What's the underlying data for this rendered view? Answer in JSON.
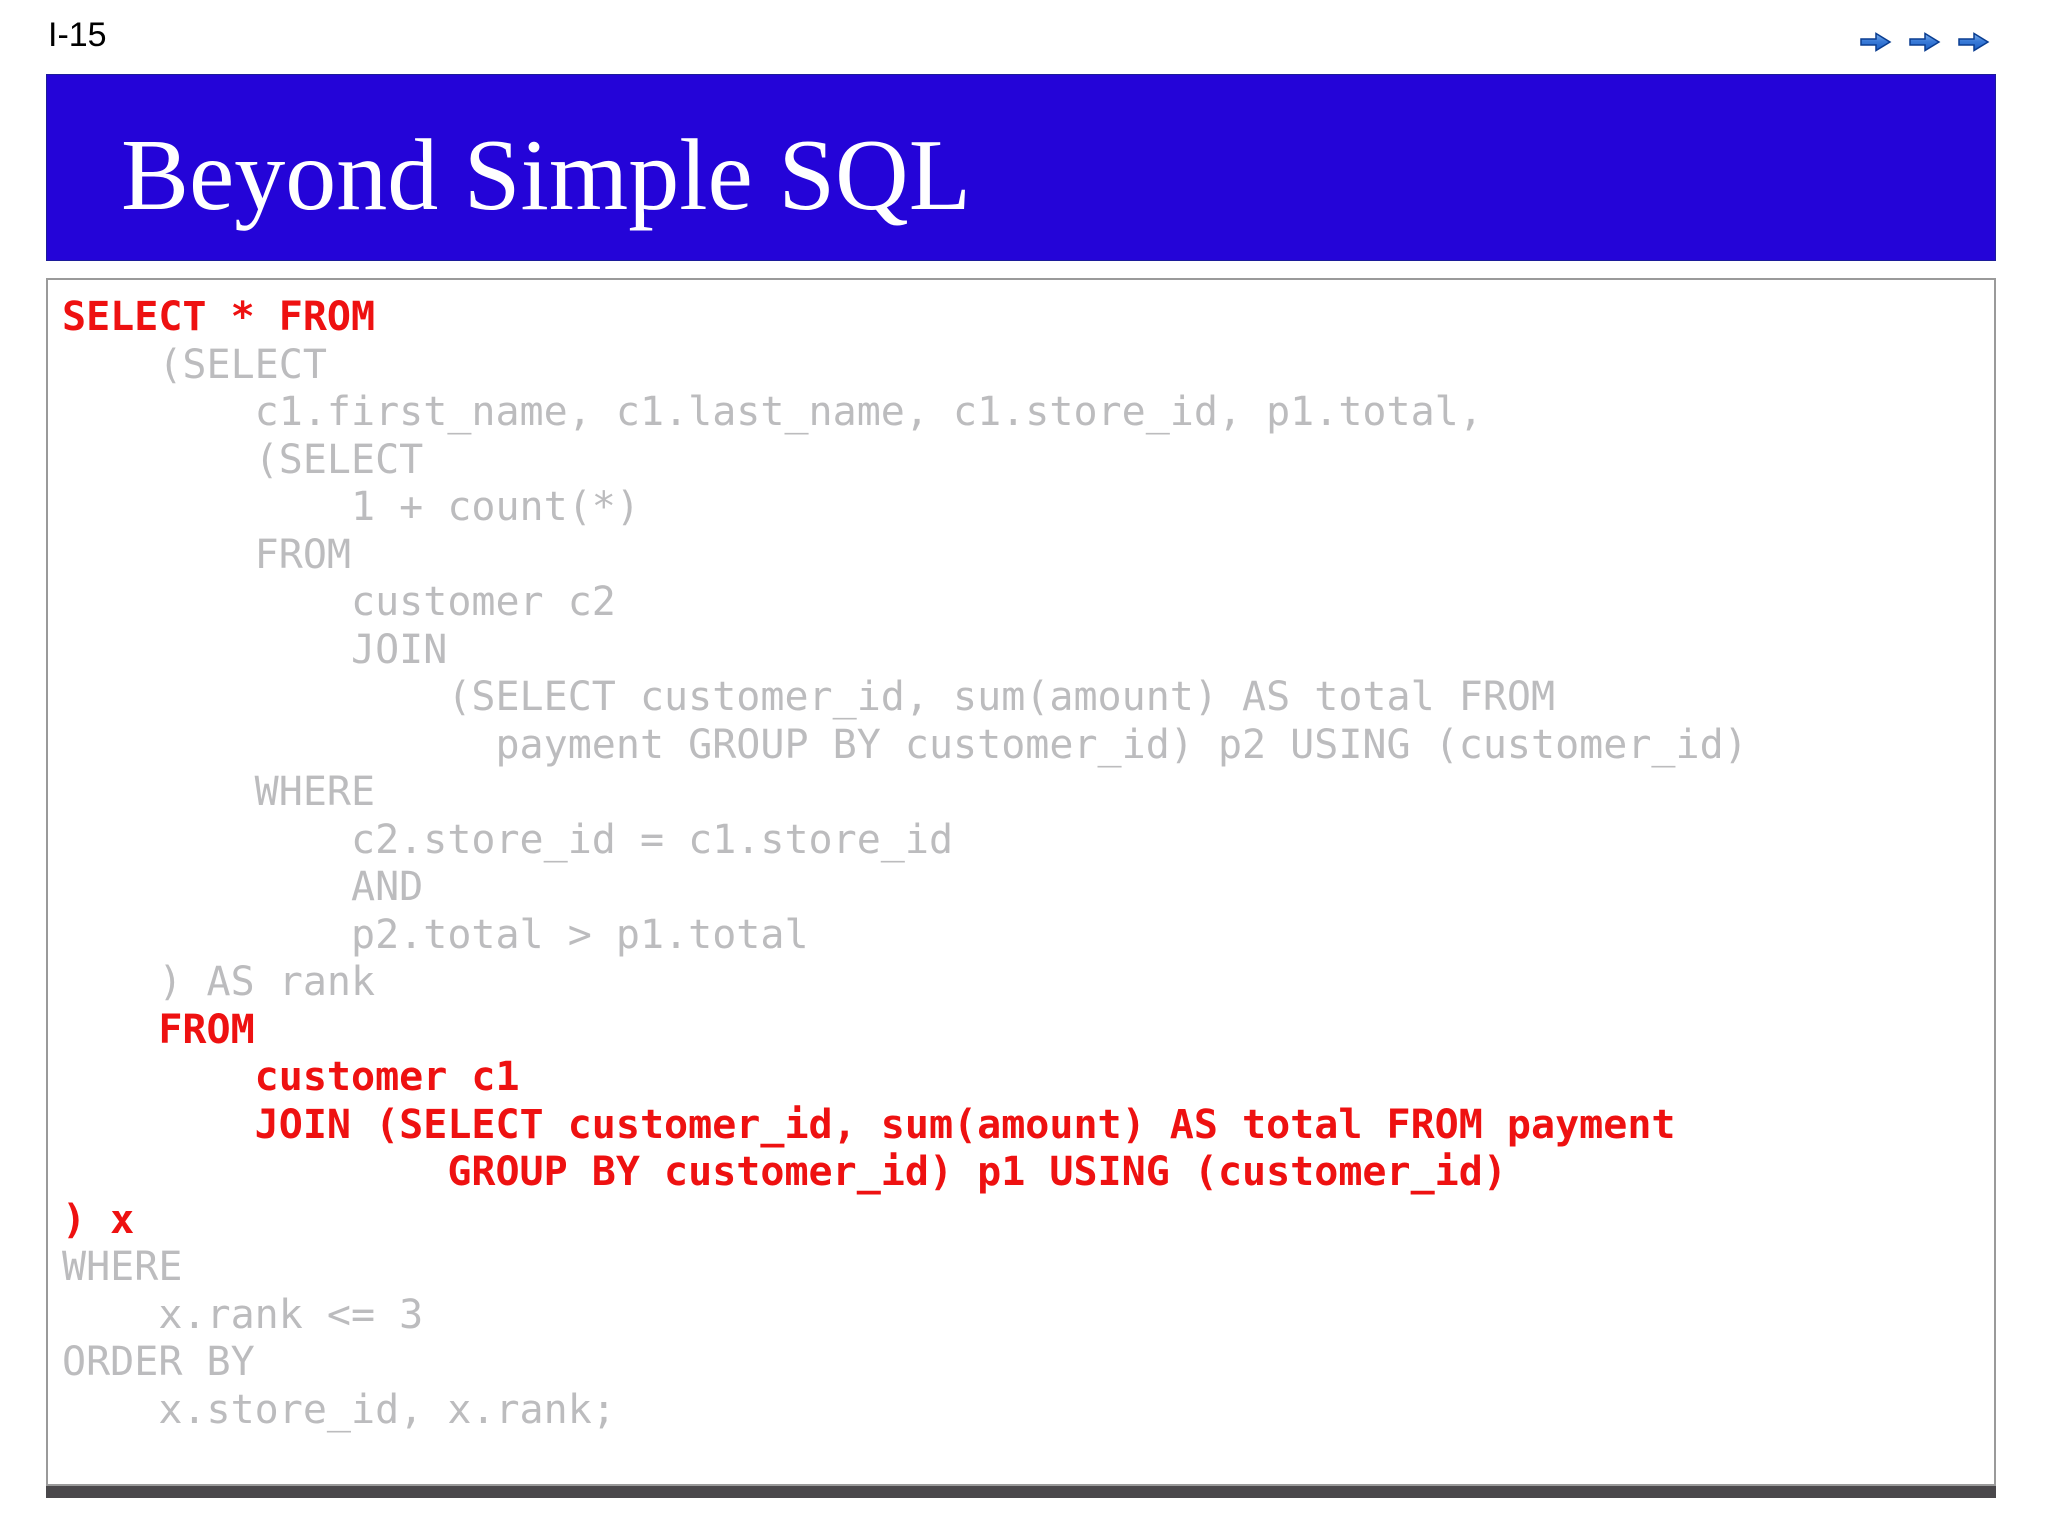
{
  "page": {
    "slide_number": "I-15"
  },
  "header": {
    "title": "Beyond Simple SQL",
    "background_color": "#2404d8",
    "text_color": "#ffffff"
  },
  "nav": {
    "arrow_icons": [
      "forward-arrow-icon",
      "forward-arrow-icon",
      "forward-arrow-icon"
    ],
    "arrow_fill_top": "#7fb2ec",
    "arrow_fill_bottom": "#1b5fc4",
    "arrow_outline": "#0a3d91"
  },
  "code": {
    "text_colors": {
      "red": "#ee1111",
      "gray": "#bcbcbe"
    },
    "lines": [
      {
        "text": "SELECT * FROM",
        "color": "red"
      },
      {
        "text": "    (SELECT",
        "color": "gray"
      },
      {
        "text": "        c1.first_name, c1.last_name, c1.store_id, p1.total,",
        "color": "gray"
      },
      {
        "text": "        (SELECT",
        "color": "gray"
      },
      {
        "text": "            1 + count(*)",
        "color": "gray"
      },
      {
        "text": "        FROM",
        "color": "gray"
      },
      {
        "text": "            customer c2",
        "color": "gray"
      },
      {
        "text": "            JOIN",
        "color": "gray"
      },
      {
        "text": "                (SELECT customer_id, sum(amount) AS total FROM",
        "color": "gray"
      },
      {
        "text": "                  payment GROUP BY customer_id) p2 USING (customer_id)",
        "color": "gray"
      },
      {
        "text": "        WHERE",
        "color": "gray"
      },
      {
        "text": "            c2.store_id = c1.store_id",
        "color": "gray"
      },
      {
        "text": "            AND",
        "color": "gray"
      },
      {
        "text": "            p2.total > p1.total",
        "color": "gray"
      },
      {
        "text": "    ) AS rank",
        "color": "gray"
      },
      {
        "text": "    FROM",
        "color": "red"
      },
      {
        "text": "        customer c1",
        "color": "red"
      },
      {
        "text": "        JOIN (SELECT customer_id, sum(amount) AS total FROM payment",
        "color": "red"
      },
      {
        "text": "                GROUP BY customer_id) p1 USING (customer_id)",
        "color": "red"
      },
      {
        "text": ") x",
        "color": "red"
      },
      {
        "text": "WHERE",
        "color": "gray"
      },
      {
        "text": "    x.rank <= 3",
        "color": "gray"
      },
      {
        "text": "ORDER BY",
        "color": "gray"
      },
      {
        "text": "    x.store_id, x.rank;",
        "color": "gray"
      }
    ]
  },
  "footer": {
    "bar_color": "#4a484b"
  }
}
